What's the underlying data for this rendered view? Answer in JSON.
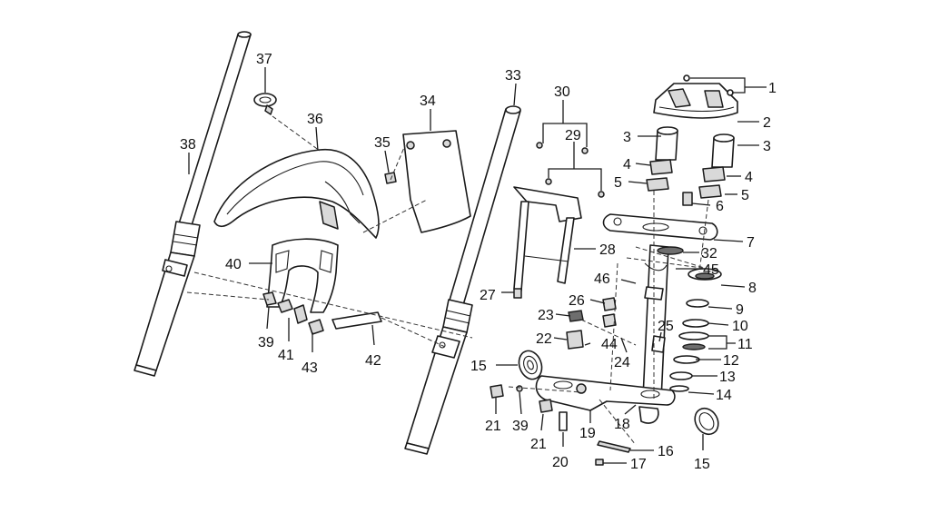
{
  "callouts": [
    {
      "id": "c1",
      "text": "1"
    },
    {
      "id": "c2",
      "text": "2"
    },
    {
      "id": "c3a",
      "text": "3"
    },
    {
      "id": "c3b",
      "text": "3"
    },
    {
      "id": "c4a",
      "text": "4"
    },
    {
      "id": "c4b",
      "text": "4"
    },
    {
      "id": "c5a",
      "text": "5"
    },
    {
      "id": "c5b",
      "text": "5"
    },
    {
      "id": "c6",
      "text": "6"
    },
    {
      "id": "c7",
      "text": "7"
    },
    {
      "id": "c8",
      "text": "8"
    },
    {
      "id": "c9",
      "text": "9"
    },
    {
      "id": "c10",
      "text": "10"
    },
    {
      "id": "c11",
      "text": "11"
    },
    {
      "id": "c12",
      "text": "12"
    },
    {
      "id": "c13",
      "text": "13"
    },
    {
      "id": "c14",
      "text": "14"
    },
    {
      "id": "c15a",
      "text": "15"
    },
    {
      "id": "c15b",
      "text": "15"
    },
    {
      "id": "c16",
      "text": "16"
    },
    {
      "id": "c17",
      "text": "17"
    },
    {
      "id": "c18",
      "text": "18"
    },
    {
      "id": "c19",
      "text": "19"
    },
    {
      "id": "c20",
      "text": "20"
    },
    {
      "id": "c21a",
      "text": "21"
    },
    {
      "id": "c21b",
      "text": "21"
    },
    {
      "id": "c22",
      "text": "22"
    },
    {
      "id": "c23",
      "text": "23"
    },
    {
      "id": "c24",
      "text": "24"
    },
    {
      "id": "c25",
      "text": "25"
    },
    {
      "id": "c26",
      "text": "26"
    },
    {
      "id": "c27",
      "text": "27"
    },
    {
      "id": "c28",
      "text": "28"
    },
    {
      "id": "c29",
      "text": "29"
    },
    {
      "id": "c30",
      "text": "30"
    },
    {
      "id": "c32",
      "text": "32"
    },
    {
      "id": "c33",
      "text": "33"
    },
    {
      "id": "c34",
      "text": "34"
    },
    {
      "id": "c35",
      "text": "35"
    },
    {
      "id": "c36",
      "text": "36"
    },
    {
      "id": "c37",
      "text": "37"
    },
    {
      "id": "c38",
      "text": "38"
    },
    {
      "id": "c39a",
      "text": "39"
    },
    {
      "id": "c39b",
      "text": "39"
    },
    {
      "id": "c40",
      "text": "40"
    },
    {
      "id": "c41",
      "text": "41"
    },
    {
      "id": "c42",
      "text": "42"
    },
    {
      "id": "c43",
      "text": "43"
    },
    {
      "id": "c44",
      "text": "44"
    },
    {
      "id": "c45",
      "text": "45"
    },
    {
      "id": "c46",
      "text": "46"
    }
  ]
}
